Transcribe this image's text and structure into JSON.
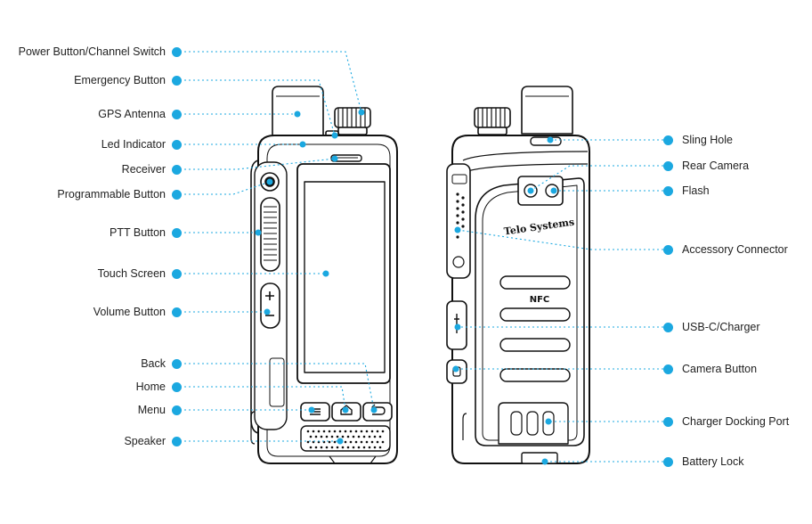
{
  "diagram": {
    "accent_color": "#1ba8e0",
    "left_labels": [
      {
        "id": "power",
        "text": "Power Button/Channel Switch"
      },
      {
        "id": "emergency",
        "text": "Emergency Button"
      },
      {
        "id": "gps",
        "text": "GPS Antenna"
      },
      {
        "id": "led",
        "text": "Led Indicator"
      },
      {
        "id": "receiver",
        "text": "Receiver"
      },
      {
        "id": "programmable",
        "text": "Programmable Button"
      },
      {
        "id": "ptt",
        "text": "PTT Button"
      },
      {
        "id": "touch",
        "text": "Touch Screen"
      },
      {
        "id": "volume",
        "text": "Volume Button"
      },
      {
        "id": "back",
        "text": "Back"
      },
      {
        "id": "home",
        "text": "Home"
      },
      {
        "id": "menu",
        "text": "Menu"
      },
      {
        "id": "speaker",
        "text": "Speaker"
      }
    ],
    "right_labels": [
      {
        "id": "sling",
        "text": "Sling Hole"
      },
      {
        "id": "rearcam",
        "text": "Rear Camera"
      },
      {
        "id": "flash",
        "text": "Flash"
      },
      {
        "id": "accessory",
        "text": "Accessory Connector"
      },
      {
        "id": "usbc",
        "text": "USB-C/Charger"
      },
      {
        "id": "cambtn",
        "text": "Camera Button"
      },
      {
        "id": "dock",
        "text": "Charger Docking Port"
      },
      {
        "id": "batlock",
        "text": "Battery  Lock"
      }
    ],
    "back_brand_text": "Telo Systems",
    "back_nfc_text": "NFC"
  }
}
